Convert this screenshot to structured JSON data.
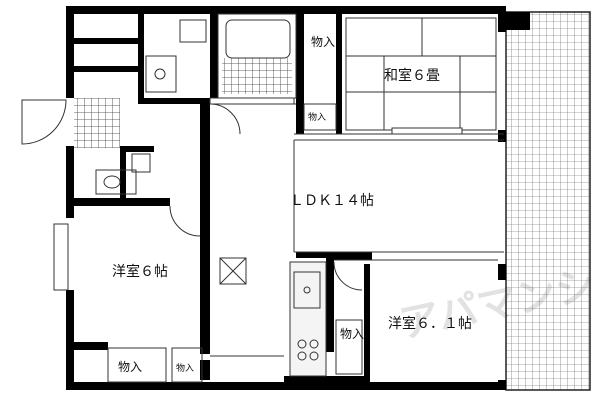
{
  "rooms": {
    "ldk": "ＬＤＫ１４帖",
    "washitsu": "和室６畳",
    "youshitsu_left": "洋室６帖",
    "youshitsu_right": "洋室６．１帖"
  },
  "storage": {
    "washitsu_closet": "物入",
    "small_closet": "物入",
    "right_closet": "物入",
    "bottom_closet_left": "物入",
    "bottom_closet_small": "物入"
  },
  "watermark": "アパマンショップ",
  "colors": {
    "wall": "#000000",
    "line": "#333333",
    "grid": "#555555",
    "watermark": "#dddddd"
  }
}
